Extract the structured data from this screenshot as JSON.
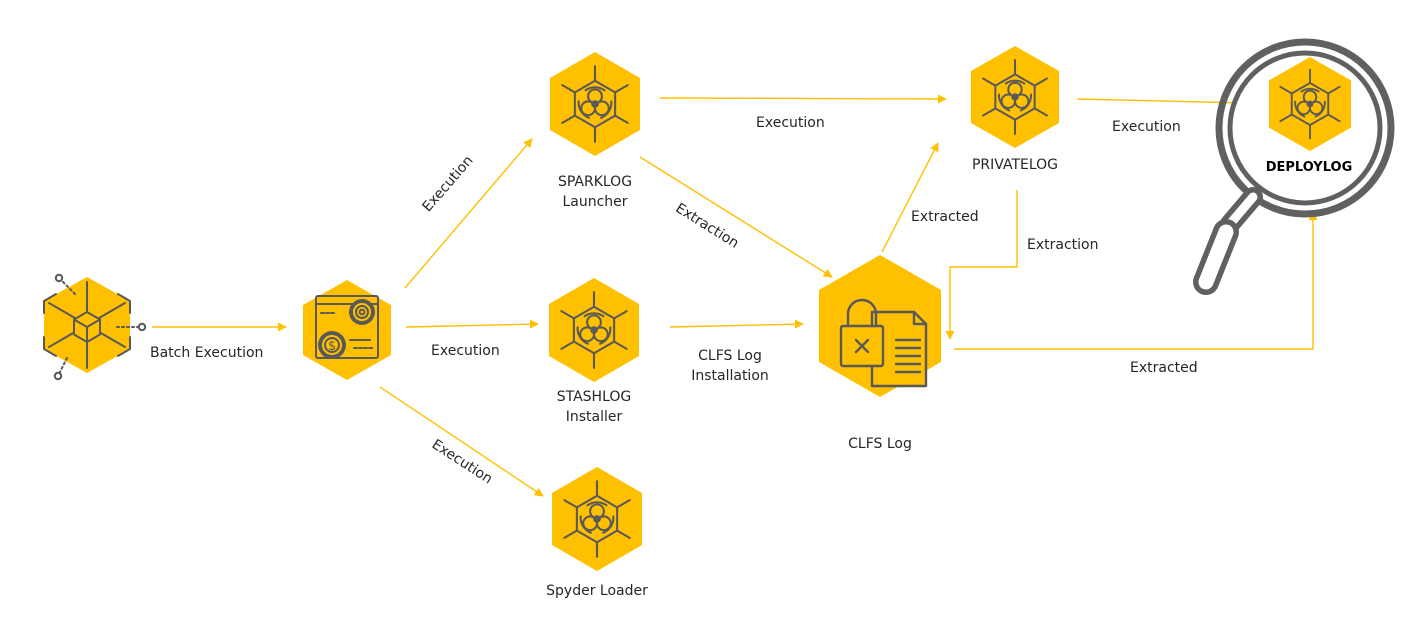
{
  "colors": {
    "accent": "#FFC000",
    "arrow": "#FFC000",
    "icon_stroke": "#595959",
    "text": "#262626",
    "magnifier": "#606060"
  },
  "nodes": {
    "batch": {
      "icon": "cube-network-icon"
    },
    "controller": {
      "icon": "gears-dollar-icon"
    },
    "sparklog": {
      "icon": "biohazard-icon",
      "label1": "SPARKLOG",
      "label2": "Launcher"
    },
    "stashlog": {
      "icon": "biohazard-icon",
      "label1": "STASHLOG",
      "label2": "Installer"
    },
    "spyder": {
      "icon": "biohazard-icon",
      "label": "Spyder Loader"
    },
    "clfs": {
      "icon": "locked-log-icon",
      "label": "CLFS Log"
    },
    "privatelog": {
      "icon": "biohazard-icon",
      "label": "PRIVATELOG"
    },
    "deploylog": {
      "icon": "biohazard-icon",
      "label": "DEPLOYLOG",
      "overlay": "magnifier-icon"
    }
  },
  "edges": {
    "batch_exec": "Batch Execution",
    "exec_spark": "Execution",
    "exec_stash": "Execution",
    "exec_spyder": "Execution",
    "spark_private": "Execution",
    "spark_clfs": "Extraction",
    "stash_clfs_1": "CLFS Log",
    "stash_clfs_2": "Installation",
    "clfs_private": "Extracted",
    "private_clfs": "Extraction",
    "private_deploy": "Execution",
    "clfs_deploy": "Extracted"
  }
}
